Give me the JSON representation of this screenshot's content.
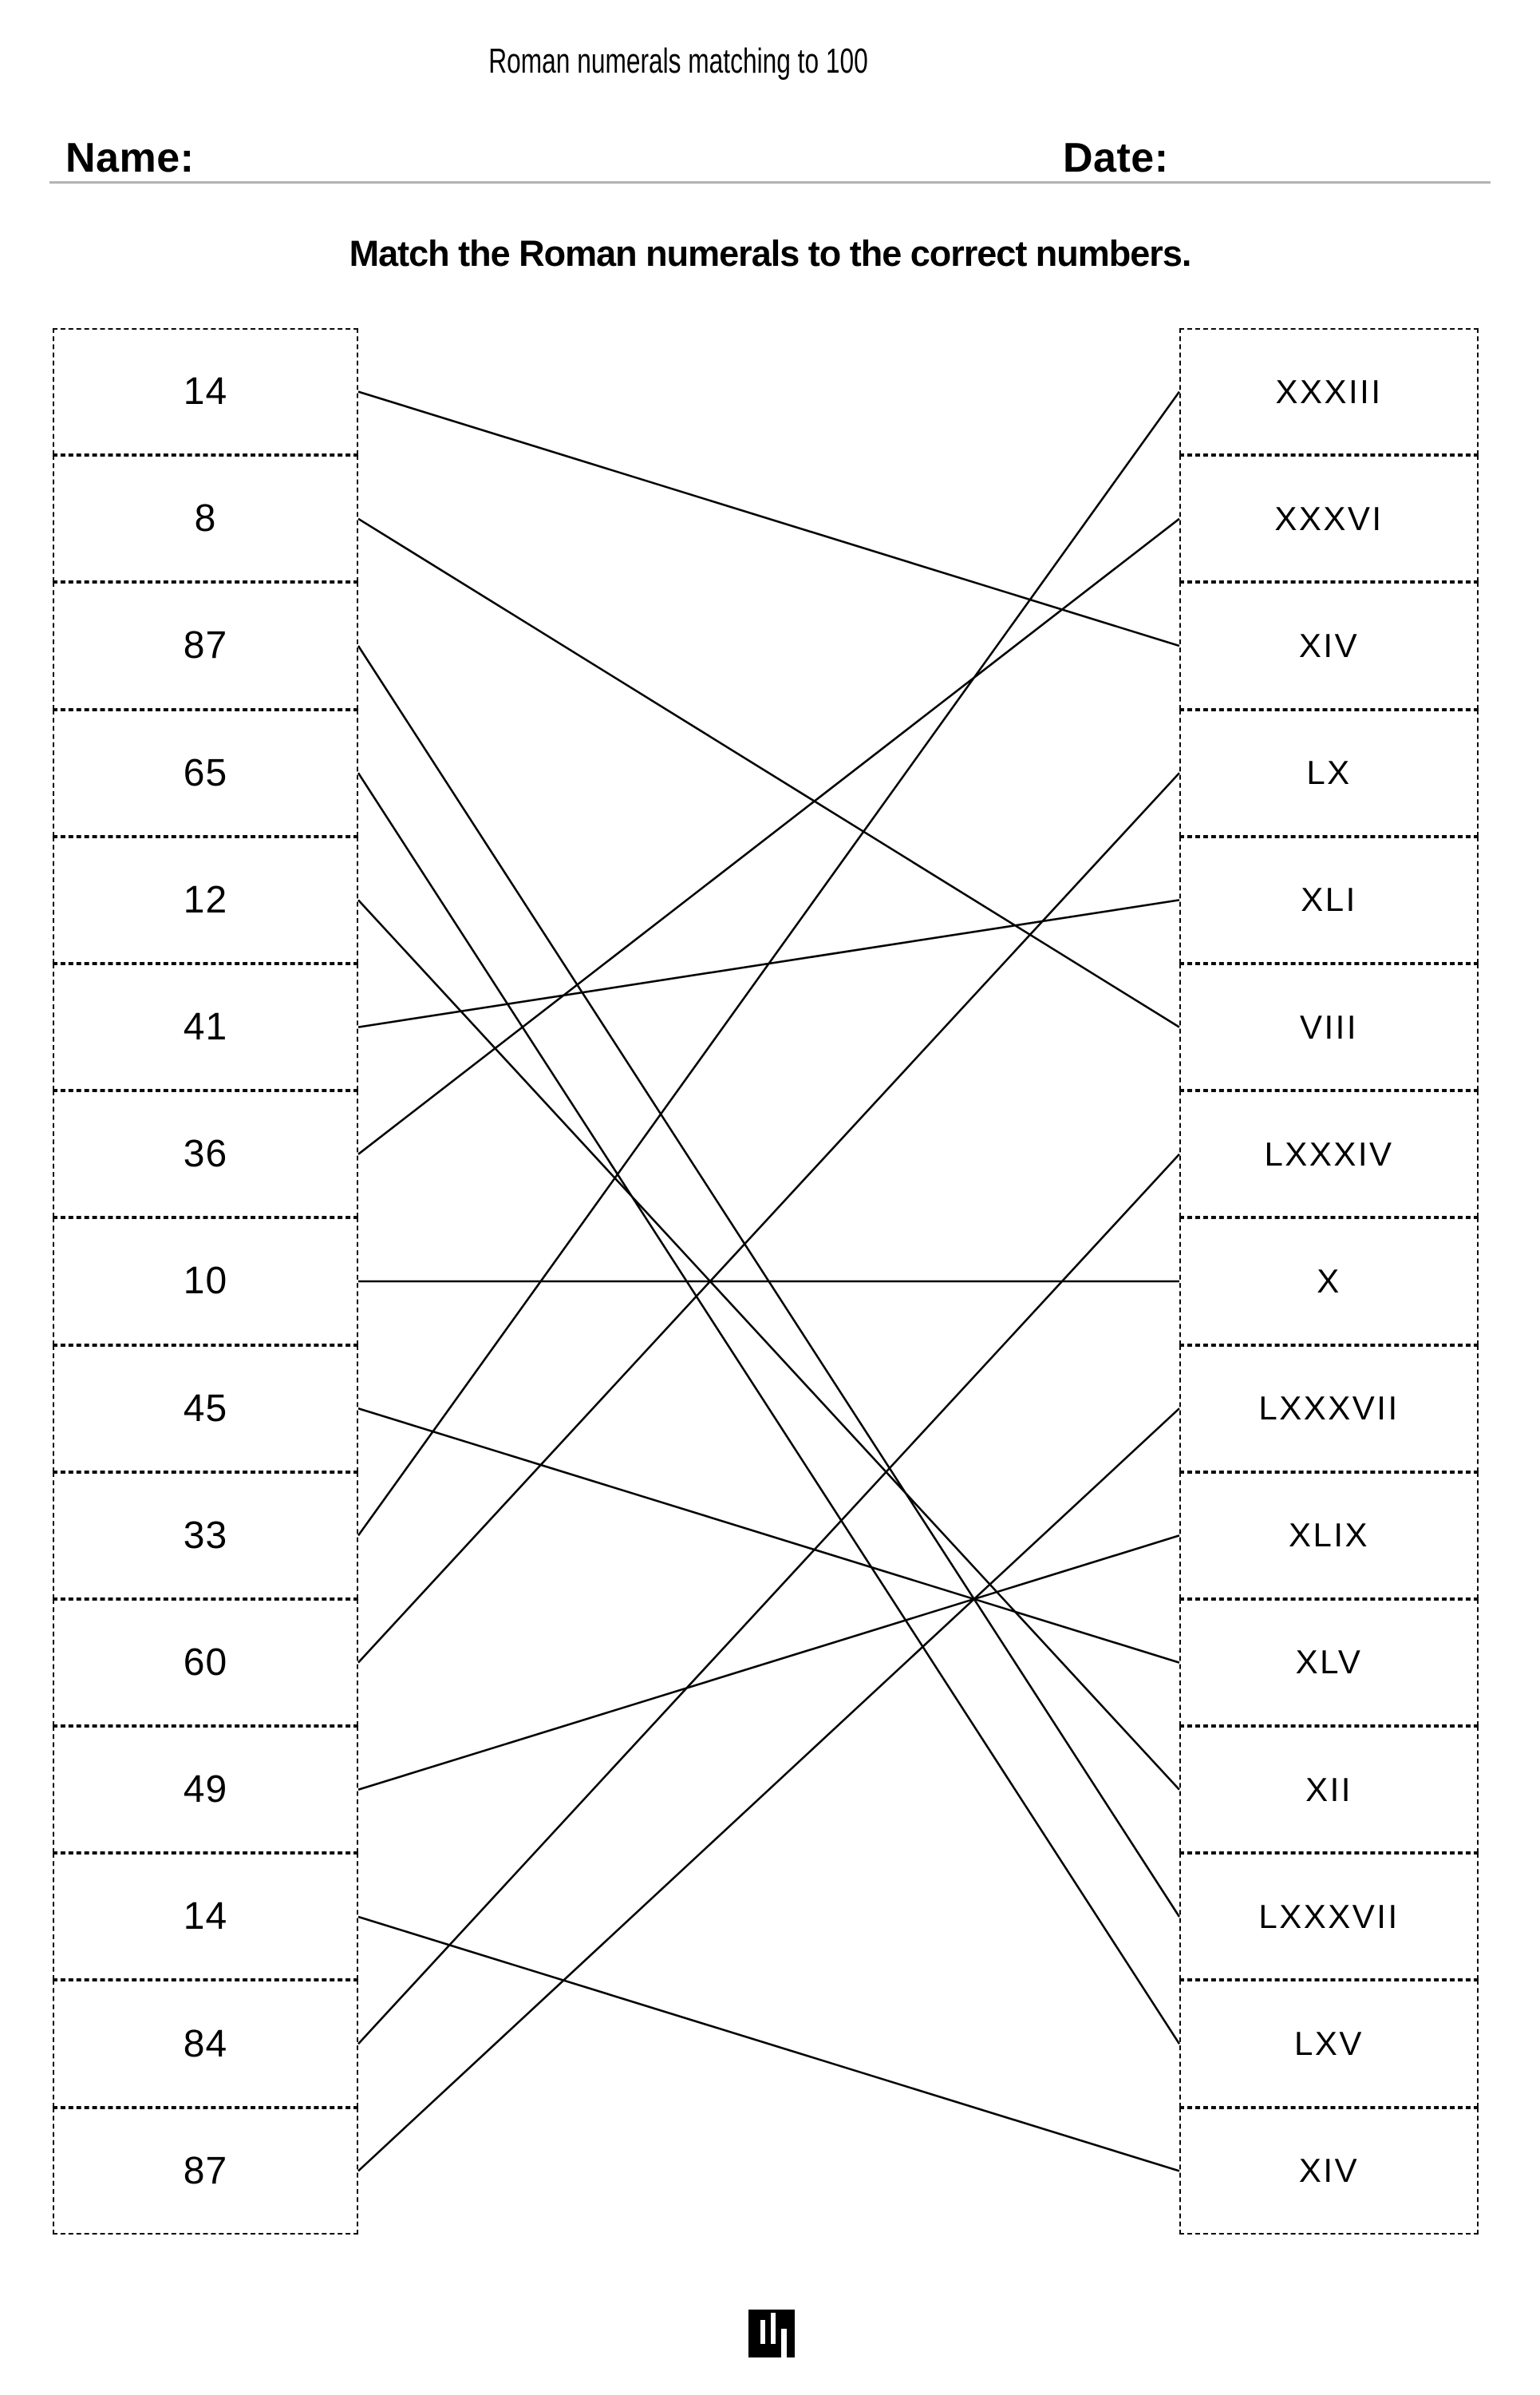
{
  "page": {
    "title": "Roman numerals matching to 100"
  },
  "header": {
    "name_label": "Name:",
    "date_label": "Date:"
  },
  "instruction": "Match the Roman numerals to the correct numbers.",
  "left_column": {
    "items": [
      "14",
      "8",
      "87",
      "65",
      "12",
      "41",
      "36",
      "10",
      "45",
      "33",
      "60",
      "49",
      "14",
      "84",
      "87"
    ]
  },
  "right_column": {
    "items": [
      "XXXIII",
      "XXXVI",
      "XIV",
      "LX",
      "XLI",
      "VIII",
      "LXXXIV",
      "X",
      "LXXXVII",
      "XLIX",
      "XLV",
      "XII",
      "LXXXVII",
      "LXV",
      "XIV"
    ]
  },
  "connections_left_to_right": [
    [
      1,
      3
    ],
    [
      2,
      6
    ],
    [
      3,
      13
    ],
    [
      4,
      14
    ],
    [
      5,
      12
    ],
    [
      6,
      5
    ],
    [
      7,
      2
    ],
    [
      8,
      8
    ],
    [
      9,
      11
    ],
    [
      10,
      1
    ],
    [
      11,
      4
    ],
    [
      12,
      10
    ],
    [
      13,
      15
    ],
    [
      14,
      7
    ],
    [
      15,
      9
    ]
  ],
  "footer": {
    "logo_icon": "mw-monogram-logo"
  },
  "colors": {
    "line": "#000000",
    "text": "#000000",
    "underline": "#b3b3b3"
  }
}
